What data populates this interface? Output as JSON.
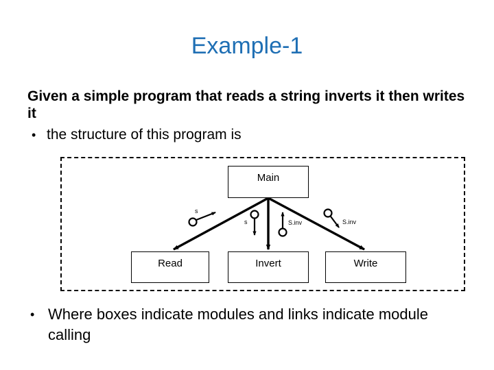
{
  "slide": {
    "title": "Example-1",
    "title_color": "#1F6FB4",
    "lead_text": "Given a simple program that reads a string inverts it then writes it",
    "bullet_marker": "•",
    "bullet_text": "the structure of this program is",
    "footer_marker": "•",
    "footer_text": "Where boxes indicate modules and links indicate module calling"
  },
  "diagram": {
    "border_style": "dashed",
    "border_color": "#000000",
    "boxes": [
      {
        "id": "main",
        "label": "Main"
      },
      {
        "id": "read",
        "label": "Read"
      },
      {
        "id": "invert",
        "label": "Invert"
      },
      {
        "id": "write",
        "label": "Write"
      }
    ],
    "flows": [
      {
        "id": "read-out",
        "label": "s",
        "direction": "up-right"
      },
      {
        "id": "invert-in",
        "label": "s",
        "direction": "down"
      },
      {
        "id": "invert-out",
        "label": "S.inv",
        "direction": "up"
      },
      {
        "id": "write-in",
        "label": "S.inv",
        "direction": "down-right"
      }
    ]
  }
}
